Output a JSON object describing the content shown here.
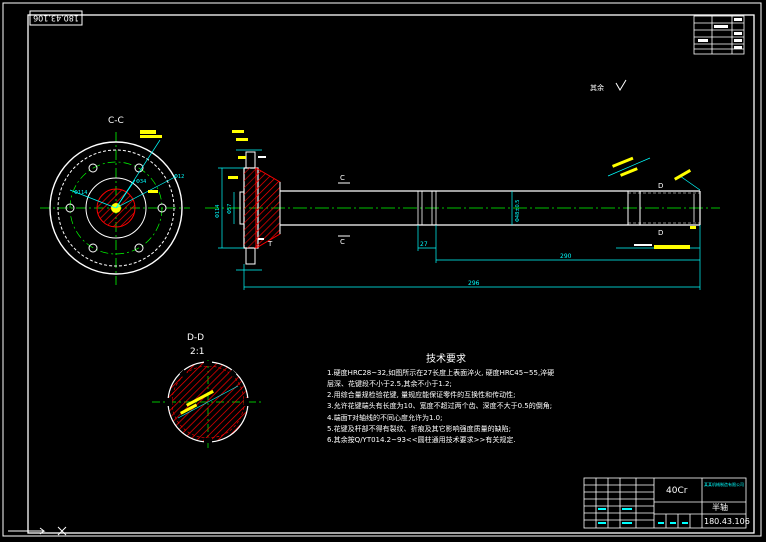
{
  "drawing_number": "180.43.106",
  "stamp_number_rotated": "180.43.106",
  "views": {
    "cc_label": "C-C",
    "dd_label": "D-D",
    "dd_scale": "2:1",
    "section_c_top": "C",
    "section_c_bottom": "C"
  },
  "tech_requirements": {
    "title": "技术要求",
    "lines": [
      "1.硬度HRC28~32,如图所示在27长度上表面淬火, 硬度HRC45~55,淬硬",
      "   层深、花键段不小于2.5,其余不小于1.2;",
      "2.用综合量规检验花键, 量规应能保证零件的互换性和传动性;",
      "3.允许花键端头有长度为10、宽度不超过两个齿、深度不大于0.5的倒角;",
      "4.端面T对轴线的不同心度允许为1.0;",
      "5.花键及杆部不得有裂纹、折痕及其它影响强度质量的缺陷;",
      "6.其余按Q/YT014.2~93<<圆柱通用技术要求>>有关规定."
    ]
  },
  "surface_note": "其余",
  "dimensions": {
    "d_296": "296",
    "d_290": "290",
    "d_27": "27",
    "d_48": "Φ48±0.5",
    "d_114": "Φ114",
    "d_57": "Φ57"
  },
  "title_block": {
    "material": "40Cr",
    "part_name": "半轴",
    "number": "180.43.106",
    "company": "某某机械制造有限公司"
  },
  "colors": {
    "frame": "#ffffff",
    "dimension": "#00ffff",
    "section_hatch": "#ff0000",
    "centerline": "#00ff00",
    "note": "#ffff00"
  }
}
